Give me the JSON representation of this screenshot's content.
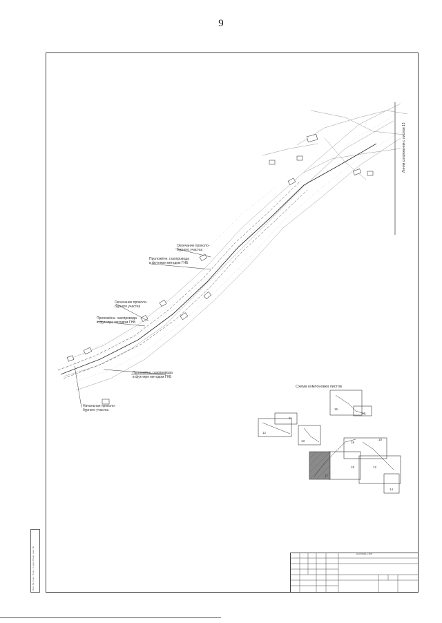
{
  "page": {
    "number": "9"
  },
  "drawing": {
    "side_label": "Линия сопряжения с листом 13",
    "labels": {
      "pipeline_1": "Проложённ. газопровода\nв футляре методом ГНБ",
      "pipeline_2": "Проложённ. газопровода\nв футляре методом ГНБ",
      "pipeline_3": "Проложённ. газопровода\nв футляре методом ГНБ",
      "end_crossing_1": "Окончание проколо-\nбурного участка",
      "end_crossing_2": "Окончание проколо-\nбурного участка",
      "start_crossing": "Начальная проколо-\nбурного участка"
    }
  },
  "scheme": {
    "title": "Схема компоновки листов",
    "sheets": [
      "15",
      "16",
      "11",
      "12",
      "13",
      "18",
      "10",
      "17",
      "19",
      "12",
      "14"
    ]
  },
  "side_stamp": {
    "text": "Инв. № подл.   Подп. и дата   Взам. инв. №"
  },
  "title_block": {
    "code": "02-П/2020-1-ТКР"
  }
}
